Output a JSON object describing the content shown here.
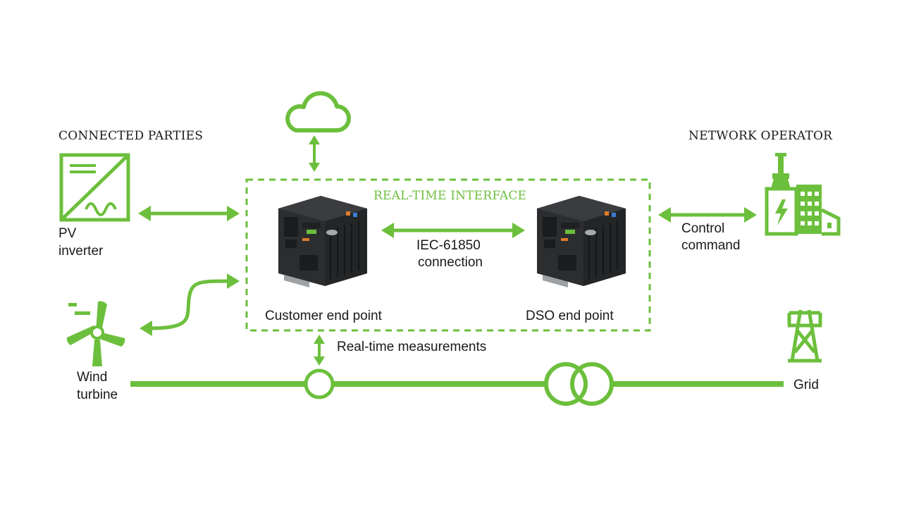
{
  "colors": {
    "accent": "#6cbf3c",
    "text": "#1a1a1a",
    "device": "#2b2d2f"
  },
  "headings": {
    "connected_parties": "CONNECTED PARTIES",
    "network_operator": "NETWORK OPERATOR",
    "realtime_interface": "REAL-TIME INTERFACE"
  },
  "labels": {
    "pv_inverter": [
      "PV",
      "inverter"
    ],
    "wind_turbine": [
      "Wind",
      "turbine"
    ],
    "customer_end_point": "Customer end point",
    "dso_end_point": "DSO end point",
    "iec_connection": [
      "IEC-61850",
      "connection"
    ],
    "control_command": [
      "Control",
      "command"
    ],
    "realtime_measurements": "Real-time measurements",
    "grid": "Grid"
  },
  "icons": [
    "cloud-icon",
    "pv-inverter-icon",
    "wind-turbine-icon",
    "power-plant-icon",
    "transmission-tower-icon",
    "transformer-icon",
    "current-sensor-icon",
    "controller-device"
  ]
}
